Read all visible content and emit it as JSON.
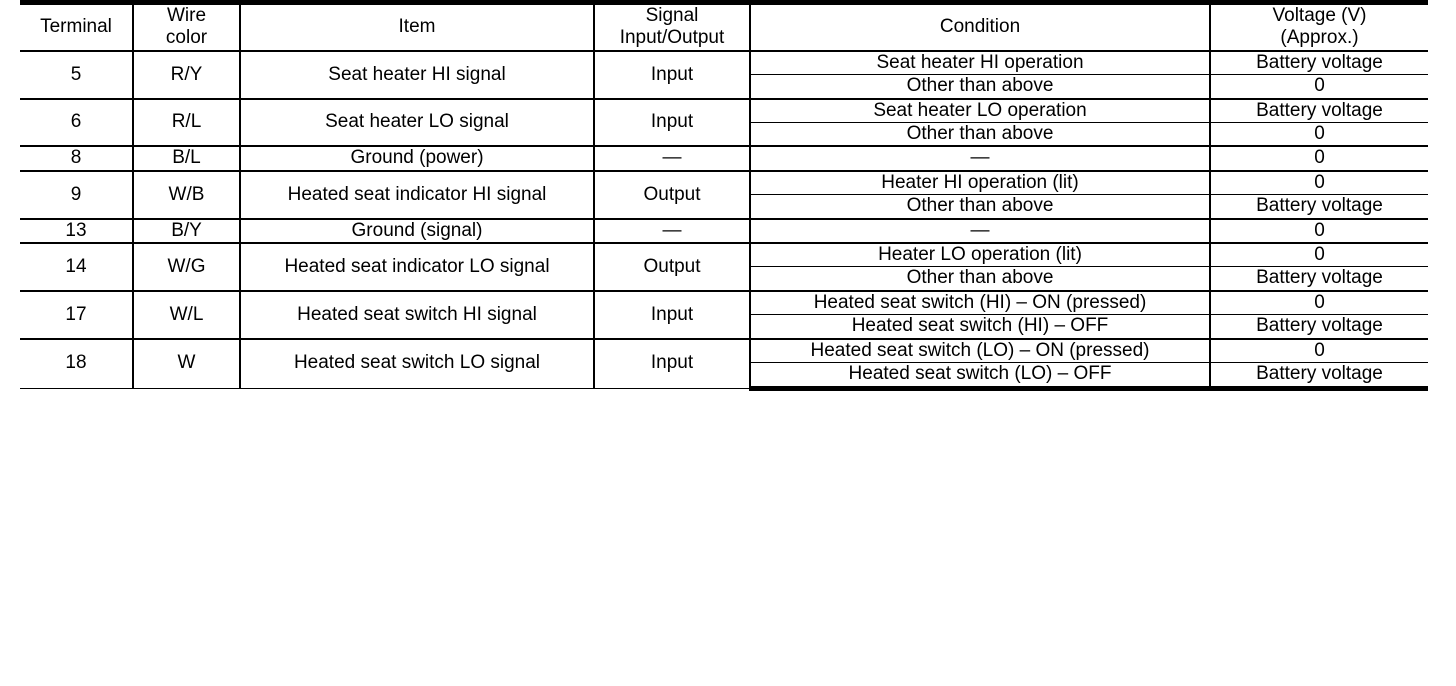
{
  "table": {
    "headers": {
      "terminal": "Terminal",
      "wire_color_line1": "Wire",
      "wire_color_line2": "color",
      "item": "Item",
      "signal_line1": "Signal",
      "signal_line2": "Input/Output",
      "condition": "Condition",
      "voltage_line1": "Voltage (V)",
      "voltage_line2": "(Approx.)"
    },
    "rows": [
      {
        "terminal": "5",
        "wire_color": "R/Y",
        "item": "Seat heater HI signal",
        "signal": "Input",
        "measurements": [
          {
            "condition": "Seat heater HI operation",
            "voltage": "Battery voltage"
          },
          {
            "condition": "Other than above",
            "voltage": "0"
          }
        ]
      },
      {
        "terminal": "6",
        "wire_color": "R/L",
        "item": "Seat heater LO signal",
        "signal": "Input",
        "measurements": [
          {
            "condition": "Seat heater LO operation",
            "voltage": "Battery voltage"
          },
          {
            "condition": "Other than above",
            "voltage": "0"
          }
        ]
      },
      {
        "terminal": "8",
        "wire_color": "B/L",
        "item": "Ground (power)",
        "signal": "—",
        "measurements": [
          {
            "condition": "—",
            "voltage": "0"
          }
        ]
      },
      {
        "terminal": "9",
        "wire_color": "W/B",
        "item": "Heated seat indicator HI signal",
        "signal": "Output",
        "measurements": [
          {
            "condition": "Heater HI operation (lit)",
            "voltage": "0"
          },
          {
            "condition": "Other than above",
            "voltage": "Battery voltage"
          }
        ]
      },
      {
        "terminal": "13",
        "wire_color": "B/Y",
        "item": "Ground (signal)",
        "signal": "—",
        "measurements": [
          {
            "condition": "—",
            "voltage": "0"
          }
        ]
      },
      {
        "terminal": "14",
        "wire_color": "W/G",
        "item": "Heated seat indicator LO signal",
        "signal": "Output",
        "measurements": [
          {
            "condition": "Heater LO operation (lit)",
            "voltage": "0"
          },
          {
            "condition": "Other than above",
            "voltage": "Battery voltage"
          }
        ]
      },
      {
        "terminal": "17",
        "wire_color": "W/L",
        "item": "Heated seat switch HI signal",
        "signal": "Input",
        "measurements": [
          {
            "condition": "Heated seat switch (HI) – ON (pressed)",
            "voltage": "0"
          },
          {
            "condition": "Heated seat switch (HI) – OFF",
            "voltage": "Battery voltage"
          }
        ]
      },
      {
        "terminal": "18",
        "wire_color": "W",
        "item": "Heated seat switch LO signal",
        "signal": "Input",
        "measurements": [
          {
            "condition": "Heated seat switch (LO) – ON (pressed)",
            "voltage": "0"
          },
          {
            "condition": "Heated seat switch (LO) – OFF",
            "voltage": "Battery voltage"
          }
        ]
      }
    ]
  }
}
